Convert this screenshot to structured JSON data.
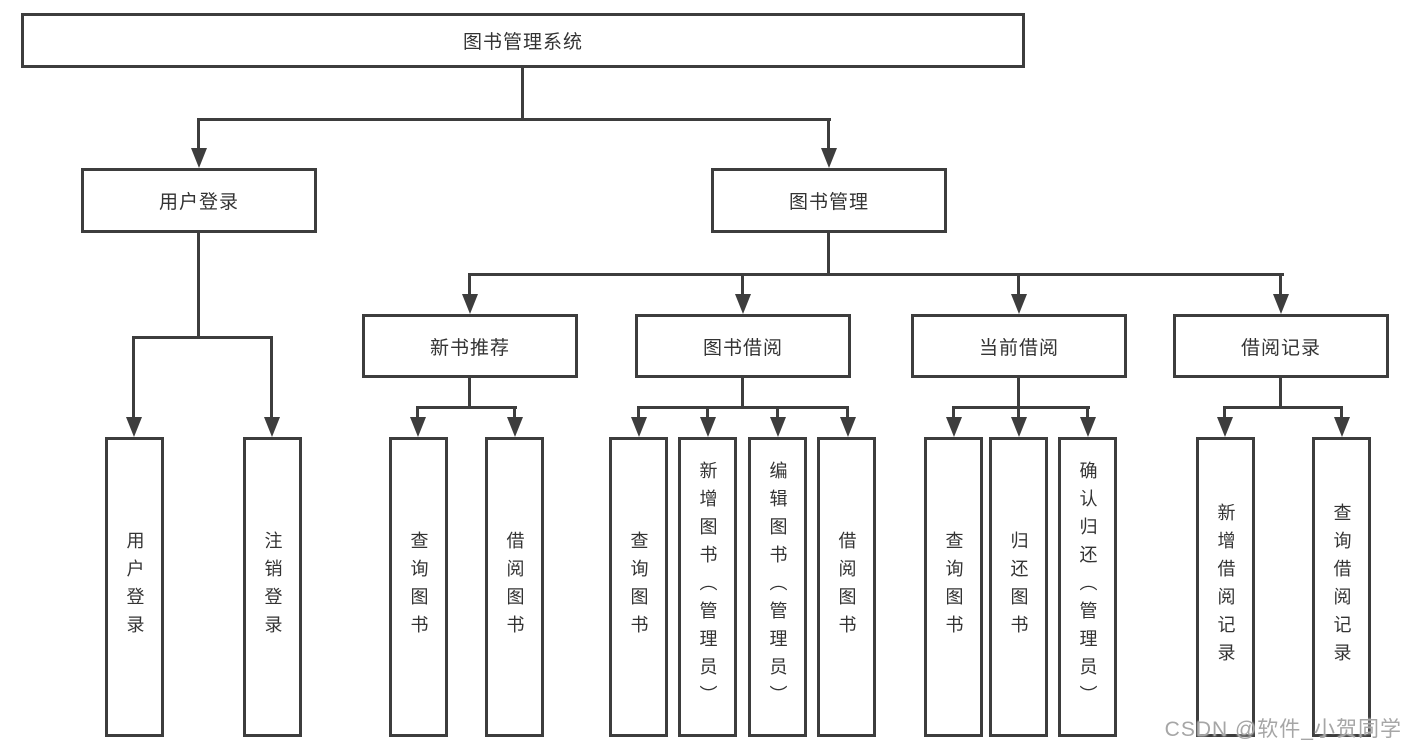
{
  "tree": {
    "root": {
      "label": "图书管理系统",
      "children": [
        {
          "label": "用户登录",
          "children": [
            {
              "label": "用户登录"
            },
            {
              "label": "注销登录"
            }
          ]
        },
        {
          "label": "图书管理",
          "children": [
            {
              "label": "新书推荐",
              "children": [
                {
                  "label": "查询图书"
                },
                {
                  "label": "借阅图书"
                }
              ]
            },
            {
              "label": "图书借阅",
              "children": [
                {
                  "label": "查询图书"
                },
                {
                  "label": "新增图书（管理员）"
                },
                {
                  "label": "编辑图书（管理员）"
                },
                {
                  "label": "借阅图书"
                }
              ]
            },
            {
              "label": "当前借阅",
              "children": [
                {
                  "label": "查询图书"
                },
                {
                  "label": "归还图书"
                },
                {
                  "label": "确认归还（管理员）"
                }
              ]
            },
            {
              "label": "借阅记录",
              "children": [
                {
                  "label": "新增借阅记录"
                },
                {
                  "label": "查询借阅记录"
                }
              ]
            }
          ]
        }
      ]
    }
  },
  "watermark": {
    "text": "CSDN @软件_小贺同学"
  },
  "colors": {
    "line": "#3d3d3d",
    "text": "#333333",
    "background": "#ffffff",
    "watermark": "#a6a6a6"
  }
}
